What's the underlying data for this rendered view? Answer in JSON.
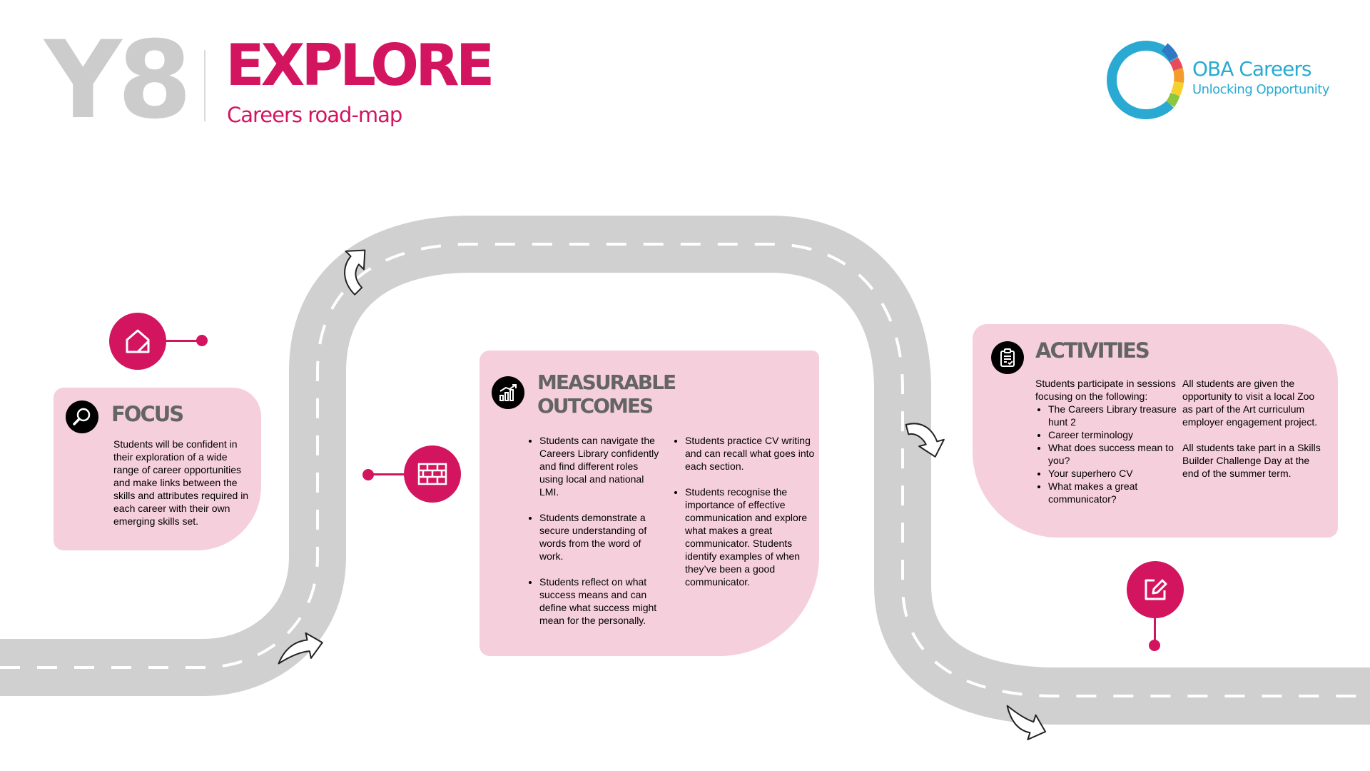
{
  "header": {
    "year": "Y8",
    "title": "EXPLORE",
    "subtitle": "Careers road-map"
  },
  "logo": {
    "name": "OBA Careers",
    "tagline": "Unlocking Opportunity"
  },
  "colors": {
    "accent": "#d3145f",
    "card_background": "#f6cfdd",
    "road": "#d0d0d0",
    "heading_gray": "#646464",
    "logo_blue": "#2aaad2"
  },
  "focus": {
    "heading": "FOCUS",
    "icon": "magnifier-icon",
    "text": "Students will be confident in their exploration of a wide range of career opportunities and make links between the skills and attributes required in each career with their own emerging skills set."
  },
  "outcomes": {
    "heading": "MEASURABLE OUTCOMES",
    "icon": "bar-chart-icon",
    "column1": [
      "Students can navigate the Careers Library confidently and find different roles using local and national LMI.",
      "Students demonstrate a secure understanding of words from the word of work.",
      "Students reflect on what success means and can define what success might mean for the personally."
    ],
    "column2": [
      "Students practice CV writing and can recall what goes into each section.",
      "Students recognise the importance of effective communication and explore what makes a great communicator. Students identify examples of when they’ve been a good communicator."
    ]
  },
  "activities": {
    "heading": "ACTIVITIES",
    "icon": "clipboard-icon",
    "intro": "Students participate in sessions focusing on the following:",
    "items": [
      "The Careers Library treasure hunt 2",
      "Career terminology",
      "What does success mean to you?",
      "Your superhero CV",
      "What makes a great communicator?"
    ],
    "paragraphs": [
      "All students are given the opportunity to visit a local Zoo as part of the Art curriculum employer engagement project.",
      "All students take part in a Skills Builder Challenge Day at the end of the summer term."
    ]
  },
  "nodes": {
    "home": "house-icon",
    "brick": "brick-wall-icon",
    "edit": "edit-icon",
    "arrows": "curved-arrow-icon"
  }
}
